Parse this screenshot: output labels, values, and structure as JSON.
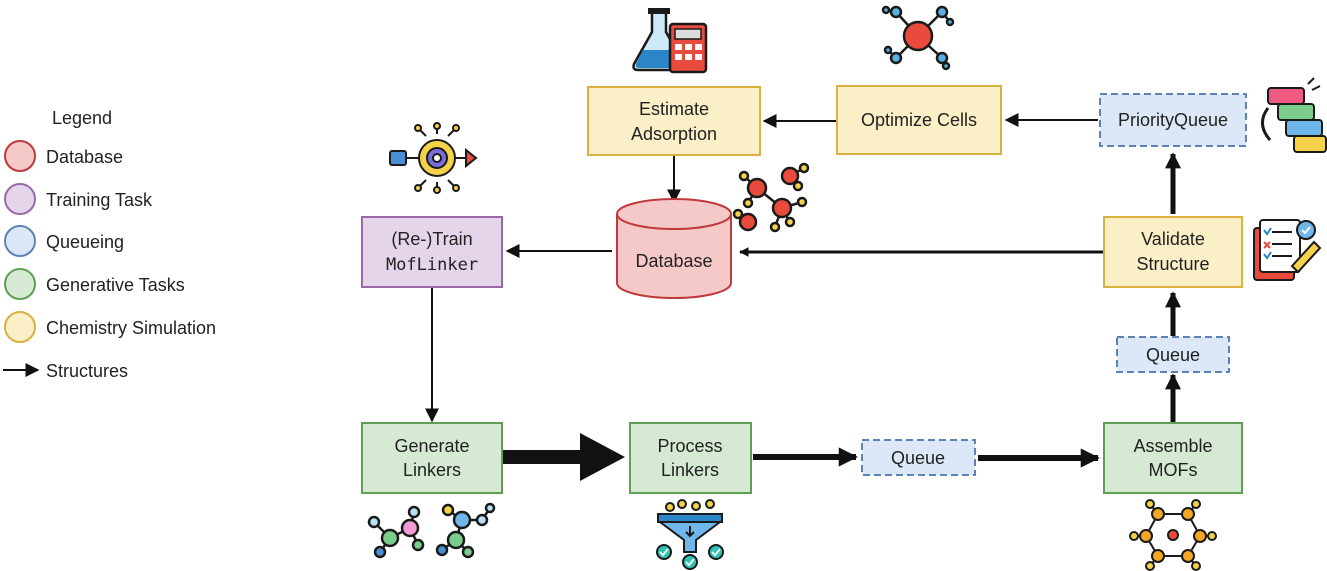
{
  "colors": {
    "database_fill": "#f6c9c9",
    "database_stroke": "#c0393b",
    "training_fill": "#e5d5ea",
    "training_stroke": "#9b6aab",
    "queue_fill": "#dce8f7",
    "queue_stroke": "#5d82b6",
    "generative_fill": "#d6ead3",
    "generative_stroke": "#5f9e54",
    "simulation_fill": "#fbefc7",
    "simulation_stroke": "#d9b13f",
    "arrow": "#111111"
  },
  "legend": {
    "title": "Legend",
    "items": [
      {
        "key": "database",
        "label": "Database"
      },
      {
        "key": "training",
        "label": "Training Task"
      },
      {
        "key": "queue",
        "label": "Queueing"
      },
      {
        "key": "generative",
        "label": "Generative Tasks"
      },
      {
        "key": "simulation",
        "label": "Chemistry Simulation"
      }
    ],
    "arrow_label": "Structures"
  },
  "nodes": {
    "estimate_adsorption": {
      "line1": "Estimate",
      "line2": "Adsorption",
      "category": "simulation"
    },
    "optimize_cells": {
      "line1": "Optimize Cells",
      "category": "simulation"
    },
    "priority_queue": {
      "line1": "PriorityQueue",
      "category": "queue"
    },
    "retrain": {
      "line1": "(Re-)Train",
      "line2": "MofLinker",
      "category": "training"
    },
    "database": {
      "line1": "Database",
      "category": "database"
    },
    "validate_structure": {
      "line1": "Validate",
      "line2": "Structure",
      "category": "simulation"
    },
    "queue_right": {
      "line1": "Queue",
      "category": "queue"
    },
    "generate_linkers": {
      "line1": "Generate",
      "line2": "Linkers",
      "category": "generative"
    },
    "process_linkers": {
      "line1": "Process",
      "line2": "Linkers",
      "category": "generative"
    },
    "queue_bottom": {
      "line1": "Queue",
      "category": "queue"
    },
    "assemble_mofs": {
      "line1": "Assemble",
      "line2": "MOFs",
      "category": "generative"
    }
  },
  "icons": {
    "lab": "lab-flask-calculator-icon",
    "molecule_top": "molecule-icon",
    "priority": "priority-list-icon",
    "ai_gear": "ai-gear-icon",
    "molecules_db": "molecules-icon",
    "checklist": "checklist-icon",
    "linkers": "linker-molecules-icon",
    "funnel": "filter-funnel-icon",
    "mof": "mof-framework-icon"
  }
}
